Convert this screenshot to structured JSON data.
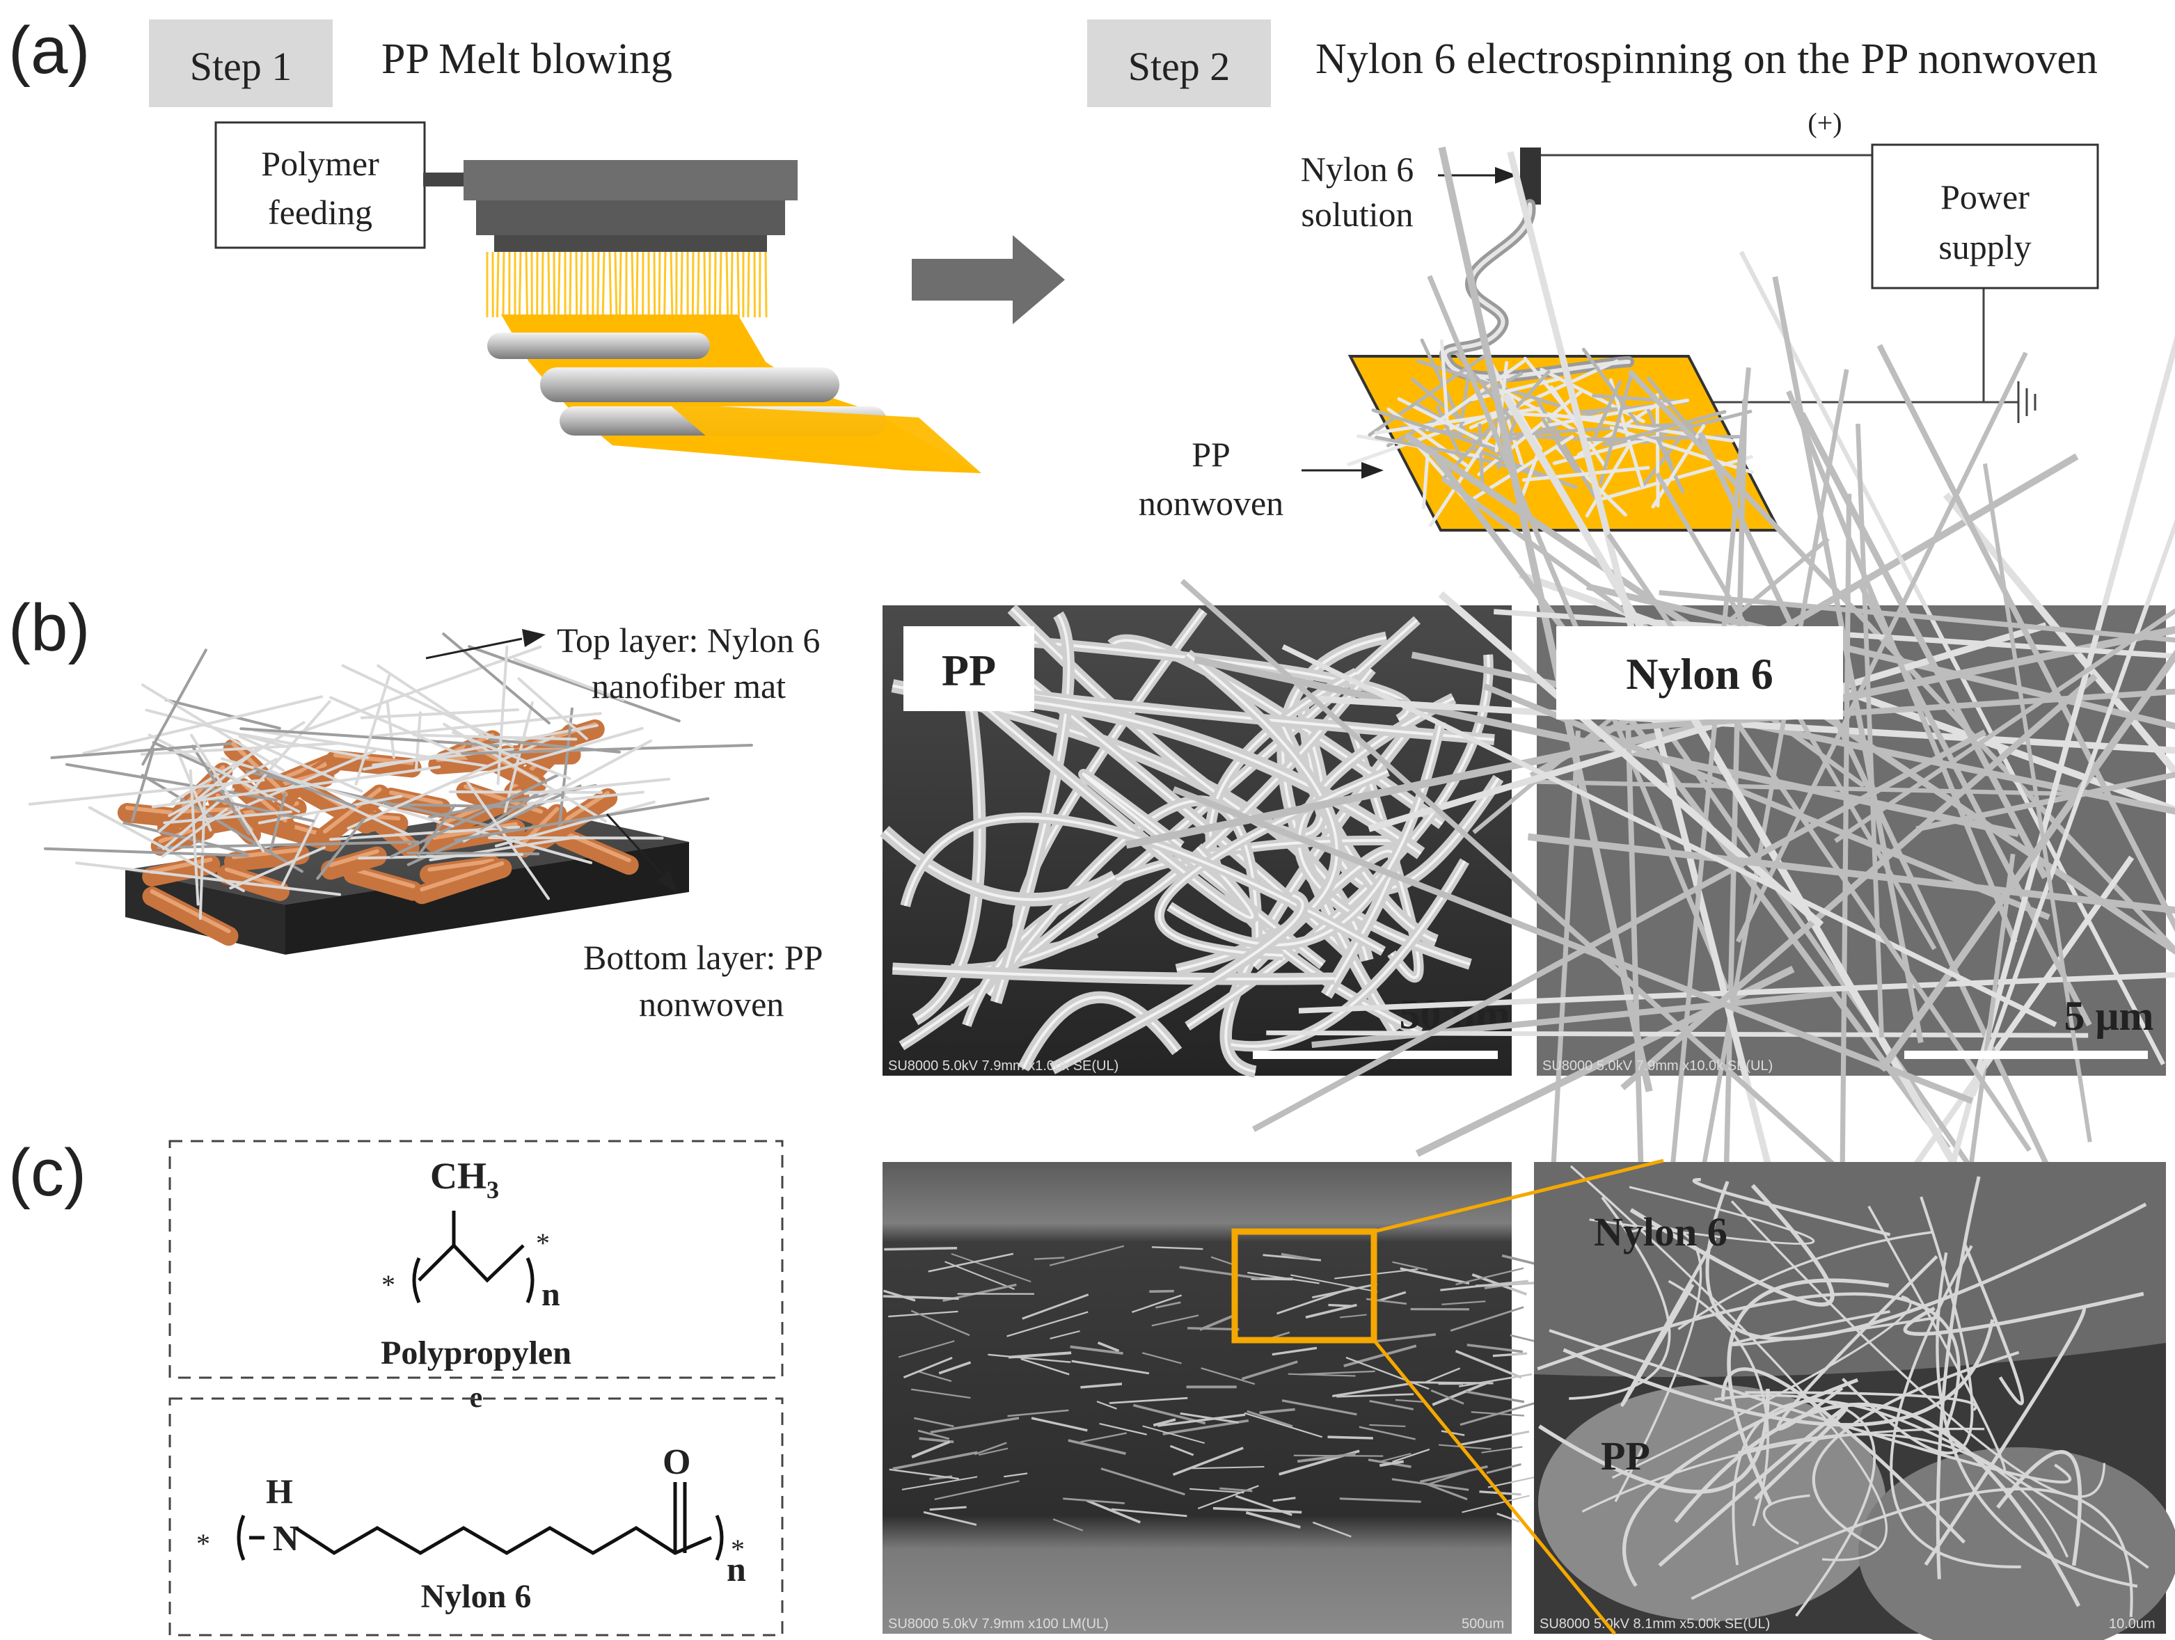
{
  "panel_a": {
    "label": "(a)",
    "step1": {
      "tag": "Step 1",
      "title": "PP Melt blowing",
      "feeding_line1": "Polymer",
      "feeding_line2": "feeding"
    },
    "step2": {
      "tag": "Step 2",
      "title": "Nylon 6 electrospinning on the PP nonwoven",
      "solution_line1": "Nylon 6",
      "solution_line2": "solution",
      "plus": "(+)",
      "power_line1": "Power",
      "power_line2": "supply",
      "nonwoven_line1": "PP",
      "nonwoven_line2": "nonwoven"
    },
    "colors": {
      "accent": "#ffba00",
      "machine": "#6e6e6e",
      "tag_bg": "#d9d9d9"
    }
  },
  "panel_b": {
    "label": "(b)",
    "top_line1": "Top layer:  Nylon 6",
    "top_line2": "nanofiber mat",
    "bottom_line1": "Bottom layer:  PP",
    "bottom_line2": "nonwoven",
    "sem_pp": {
      "label": "PP",
      "scale": "50 μm",
      "footer": "SU8000 5.0kV 7.9mm x1.00k SE(UL)"
    },
    "sem_nylon": {
      "label": "Nylon 6",
      "scale": "5 μm",
      "footer": "SU8000 5.0kV 7.9mm x10.0k SE(UL)"
    },
    "colors": {
      "copper": "#c8743f",
      "base": "#3c3c3c"
    }
  },
  "panel_c": {
    "label": "(c)",
    "pp_struct": {
      "ch3": "CH",
      "ch3_sub": "3",
      "star": "*",
      "n": "n",
      "name": "Polypropylen",
      "name_tail": "e"
    },
    "nylon_struct": {
      "h": "H",
      "nitrogen": "N",
      "oxygen": "O",
      "star": "*",
      "n": "n",
      "name": "Nylon 6"
    },
    "sem_cross": {
      "footer": "SU8000 5.0kV 7.9mm x100 LM(UL)",
      "scale": "500um"
    },
    "sem_zoom": {
      "label_top": "Nylon 6",
      "label_bottom": "PP",
      "footer": "SU8000 5.0kV 8.1mm x5.00k SE(UL)",
      "scale": "10.0um"
    },
    "colors": {
      "highlight": "#ffff00",
      "zoom_box": "#f5a800"
    }
  }
}
